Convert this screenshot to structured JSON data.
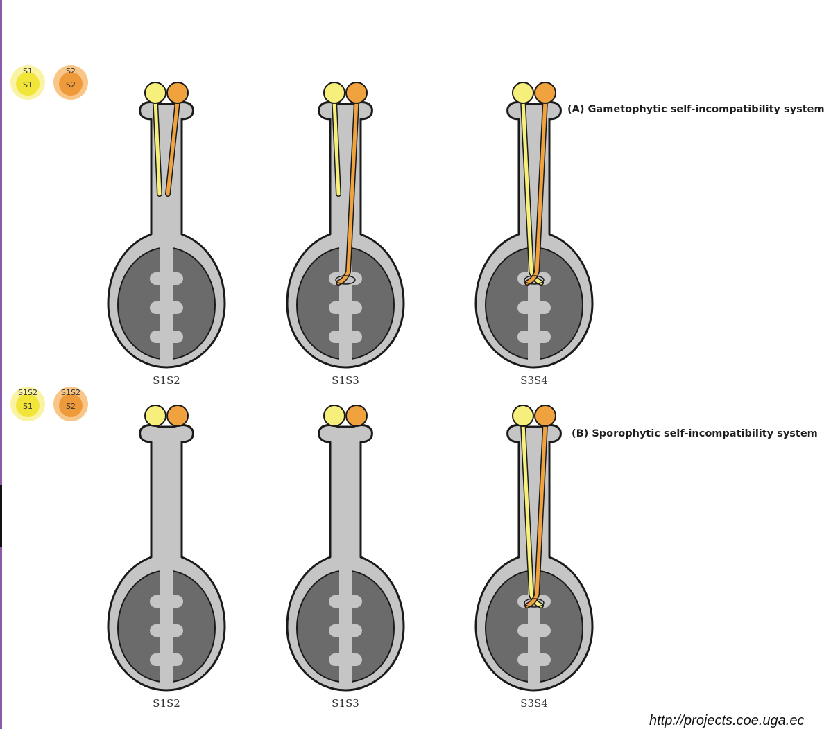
{
  "colors": {
    "pistil_fill": "#c5c5c5",
    "ovary_inner": "#6b6b6b",
    "outline": "#1a1a1a",
    "pollen_s1": "#f6ef7c",
    "pollen_s1_halo": "#faf29a",
    "pollen_s2": "#f0a23f",
    "pollen_s2_halo": "#f7c07a",
    "left_edge_line": "#8a5aa8"
  },
  "key_pollen": {
    "gametophytic": [
      {
        "top": "S1",
        "inner": "S1",
        "color": "pollen_s1"
      },
      {
        "top": "S2",
        "inner": "S2",
        "color": "pollen_s2"
      }
    ],
    "sporophytic": [
      {
        "top": "S1S2",
        "inner": "S1",
        "color": "pollen_s1"
      },
      {
        "top": "S1S2",
        "inner": "S2",
        "color": "pollen_s2"
      }
    ]
  },
  "panels": [
    {
      "id": "A",
      "title": "(A) Gametophytic self-incompatibility system",
      "pistils": [
        {
          "label": "S1S2",
          "s1_tube": "arrested",
          "s2_tube": "arrested"
        },
        {
          "label": "S1S3",
          "s1_tube": "arrested",
          "s2_tube": "reaches-ovule"
        },
        {
          "label": "S3S4",
          "s1_tube": "reaches-ovule",
          "s2_tube": "reaches-ovule"
        }
      ]
    },
    {
      "id": "B",
      "title": "(B) Sporophytic self-incompatibility system",
      "pistils": [
        {
          "label": "S1S2",
          "s1_tube": "none",
          "s2_tube": "none"
        },
        {
          "label": "S1S3",
          "s1_tube": "none",
          "s2_tube": "none"
        },
        {
          "label": "S3S4",
          "s1_tube": "reaches-ovule",
          "s2_tube": "reaches-ovule"
        }
      ]
    }
  ],
  "source": "http://projects.coe.uga.ec"
}
